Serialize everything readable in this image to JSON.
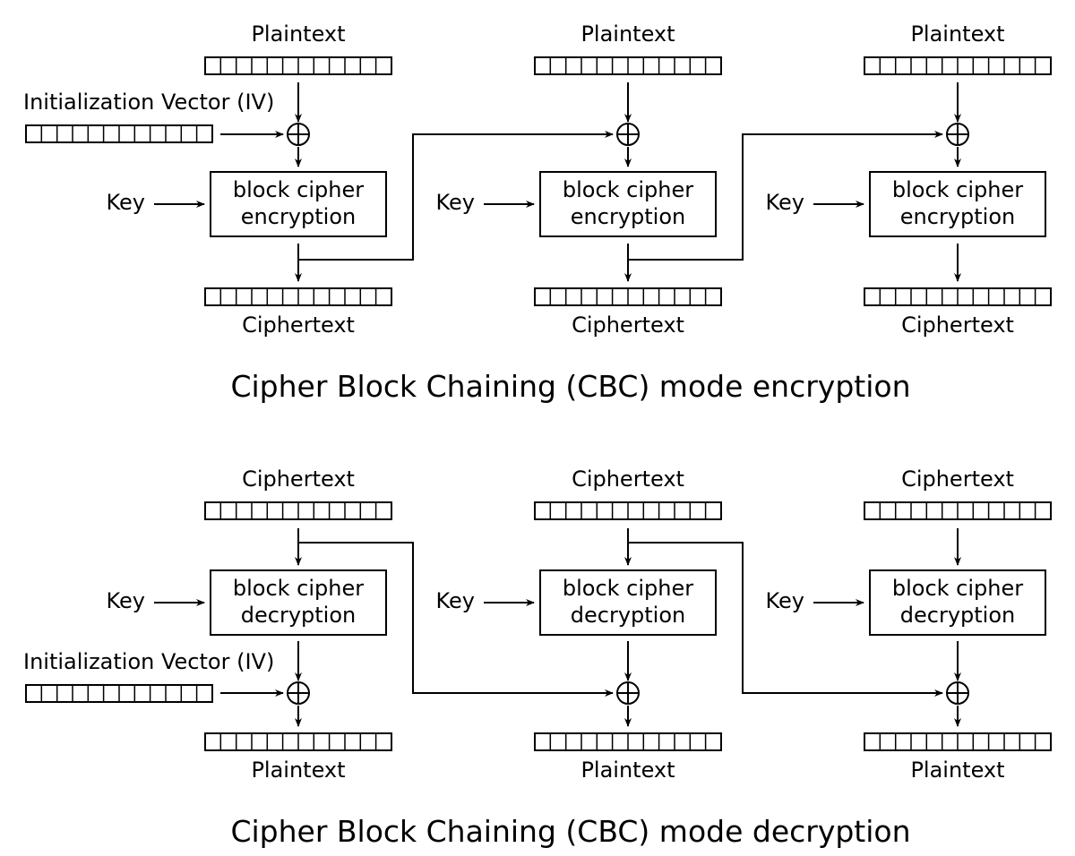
{
  "encryption": {
    "title": "Cipher Block Chaining (CBC) mode encryption",
    "iv_label": "Initialization Vector (IV)",
    "stages": [
      {
        "input_label": "Plaintext",
        "key_label": "Key",
        "cipher_line1": "block cipher",
        "cipher_line2": "encryption",
        "output_label": "Ciphertext"
      },
      {
        "input_label": "Plaintext",
        "key_label": "Key",
        "cipher_line1": "block cipher",
        "cipher_line2": "encryption",
        "output_label": "Ciphertext"
      },
      {
        "input_label": "Plaintext",
        "key_label": "Key",
        "cipher_line1": "block cipher",
        "cipher_line2": "encryption",
        "output_label": "Ciphertext"
      }
    ]
  },
  "decryption": {
    "title": "Cipher Block Chaining (CBC) mode decryption",
    "iv_label": "Initialization Vector (IV)",
    "stages": [
      {
        "input_label": "Ciphertext",
        "key_label": "Key",
        "cipher_line1": "block cipher",
        "cipher_line2": "decryption",
        "output_label": "Plaintext"
      },
      {
        "input_label": "Ciphertext",
        "key_label": "Key",
        "cipher_line1": "block cipher",
        "cipher_line2": "decryption",
        "output_label": "Plaintext"
      },
      {
        "input_label": "Ciphertext",
        "key_label": "Key",
        "cipher_line1": "block cipher",
        "cipher_line2": "decryption",
        "output_label": "Plaintext"
      }
    ]
  }
}
